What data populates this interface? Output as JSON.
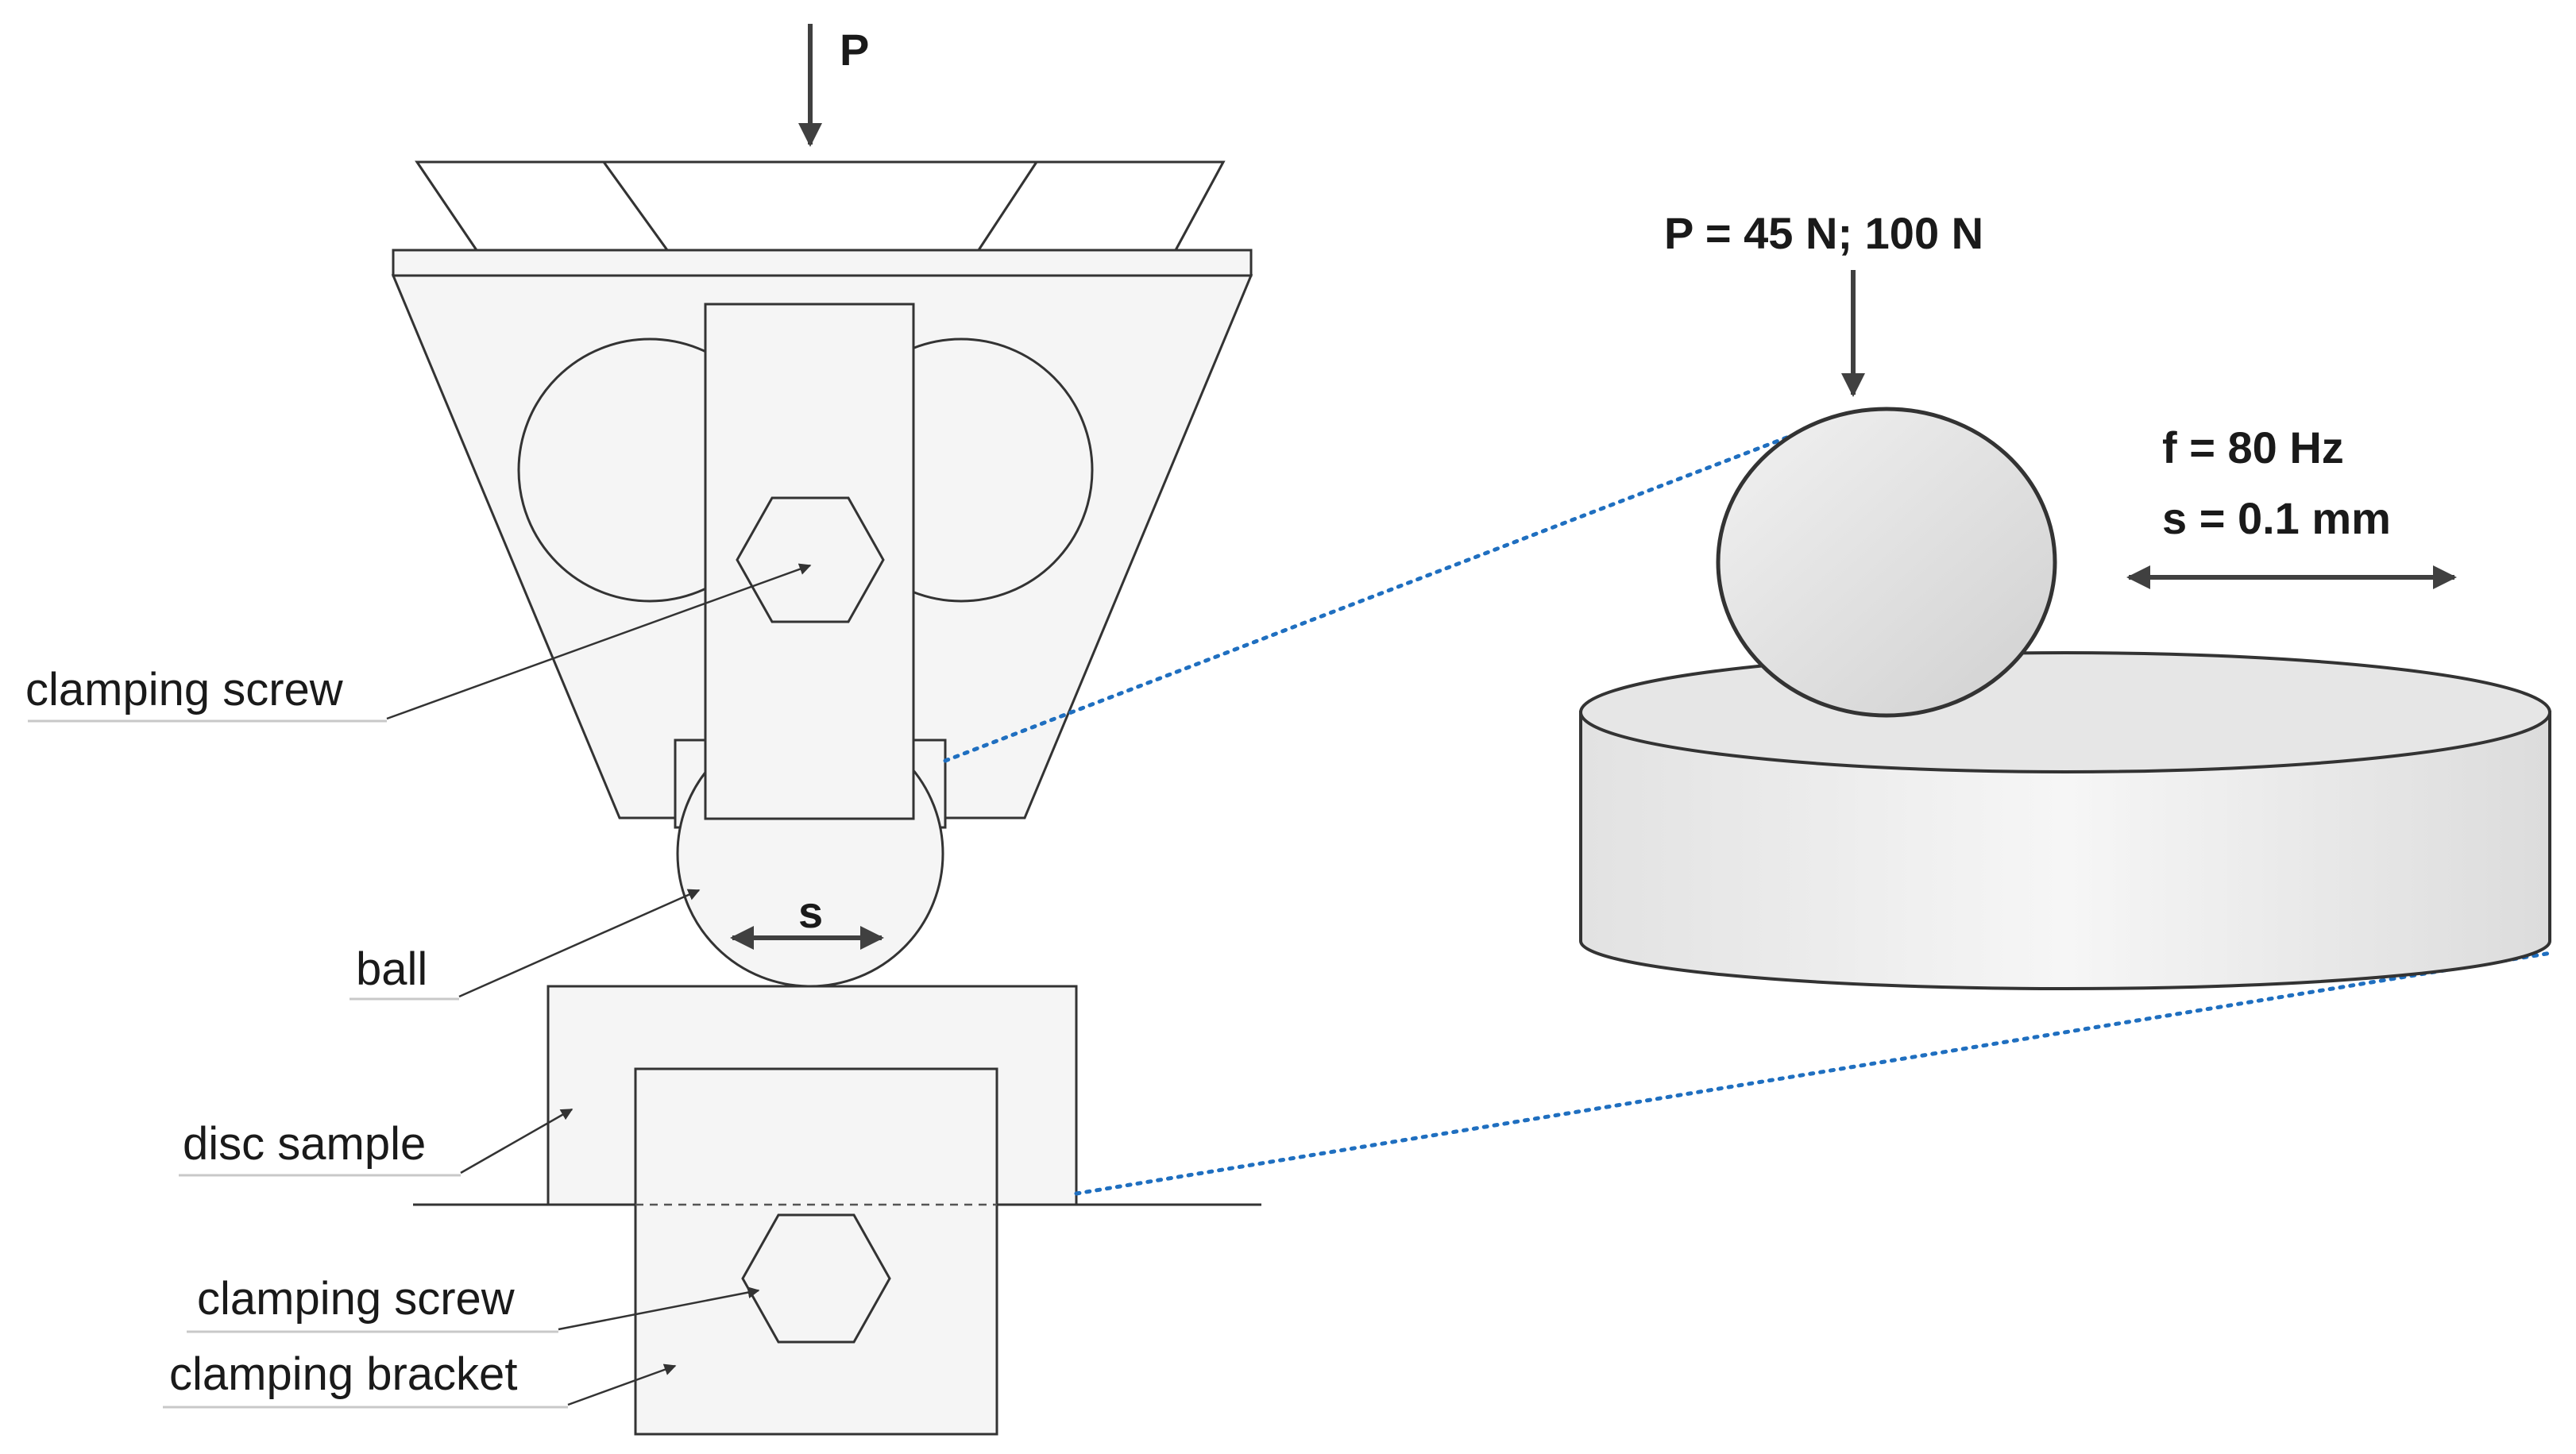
{
  "left_view": {
    "load_label": "P",
    "stroke_label": "s",
    "labels": {
      "clamping_screw_top": "clamping screw",
      "ball": "ball",
      "disc_sample": "disc sample",
      "clamping_screw_bottom": "clamping screw",
      "clamping_bracket": "clamping bracket"
    }
  },
  "detail_view": {
    "load_label": "P = 45 N; 100 N",
    "frequency_label": "f = 80 Hz",
    "stroke_label": "s = 0.1 mm"
  },
  "colors": {
    "outline": "#333333",
    "fill": "#f5f5f5",
    "detail_link": "#1f6fc0"
  }
}
